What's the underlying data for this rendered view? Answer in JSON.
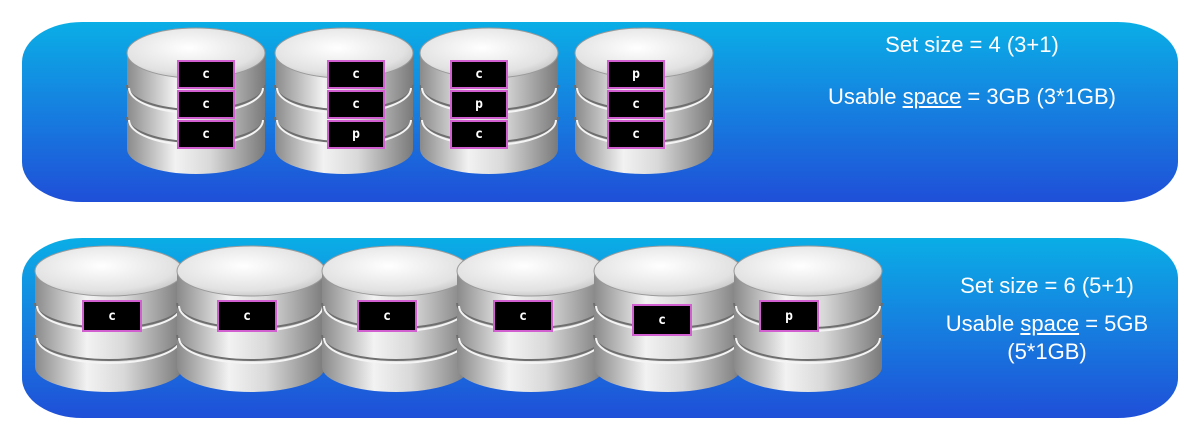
{
  "sets": [
    {
      "set_size_label": "Set size = 4 (3+1)",
      "usable_prefix": "Usable ",
      "usable_underlined": "space",
      "usable_suffix": " = 3GB (3*1GB)",
      "usable_second_line": "",
      "disks": [
        {
          "chunks": [
            "c",
            "c",
            "c"
          ]
        },
        {
          "chunks": [
            "c",
            "c",
            "p"
          ]
        },
        {
          "chunks": [
            "c",
            "p",
            "c"
          ]
        },
        {
          "chunks": [
            "p",
            "c",
            "c"
          ]
        }
      ]
    },
    {
      "set_size_label": "Set size = 6 (5+1)",
      "usable_prefix": "Usable ",
      "usable_underlined": "space",
      "usable_suffix": " = 5GB",
      "usable_second_line": "(5*1GB)",
      "disks": [
        {
          "chunks": [
            "c"
          ]
        },
        {
          "chunks": [
            "c"
          ]
        },
        {
          "chunks": [
            "c"
          ]
        },
        {
          "chunks": [
            "c"
          ]
        },
        {
          "chunks": [
            "c"
          ]
        },
        {
          "chunks": [
            "p"
          ]
        }
      ]
    }
  ],
  "colors": {
    "panel_top": "#0aaee6",
    "panel_bottom": "#1f4fd8",
    "chunk_border": "#d25fd0",
    "chunk_fill": "#000000",
    "text": "#ffffff"
  }
}
